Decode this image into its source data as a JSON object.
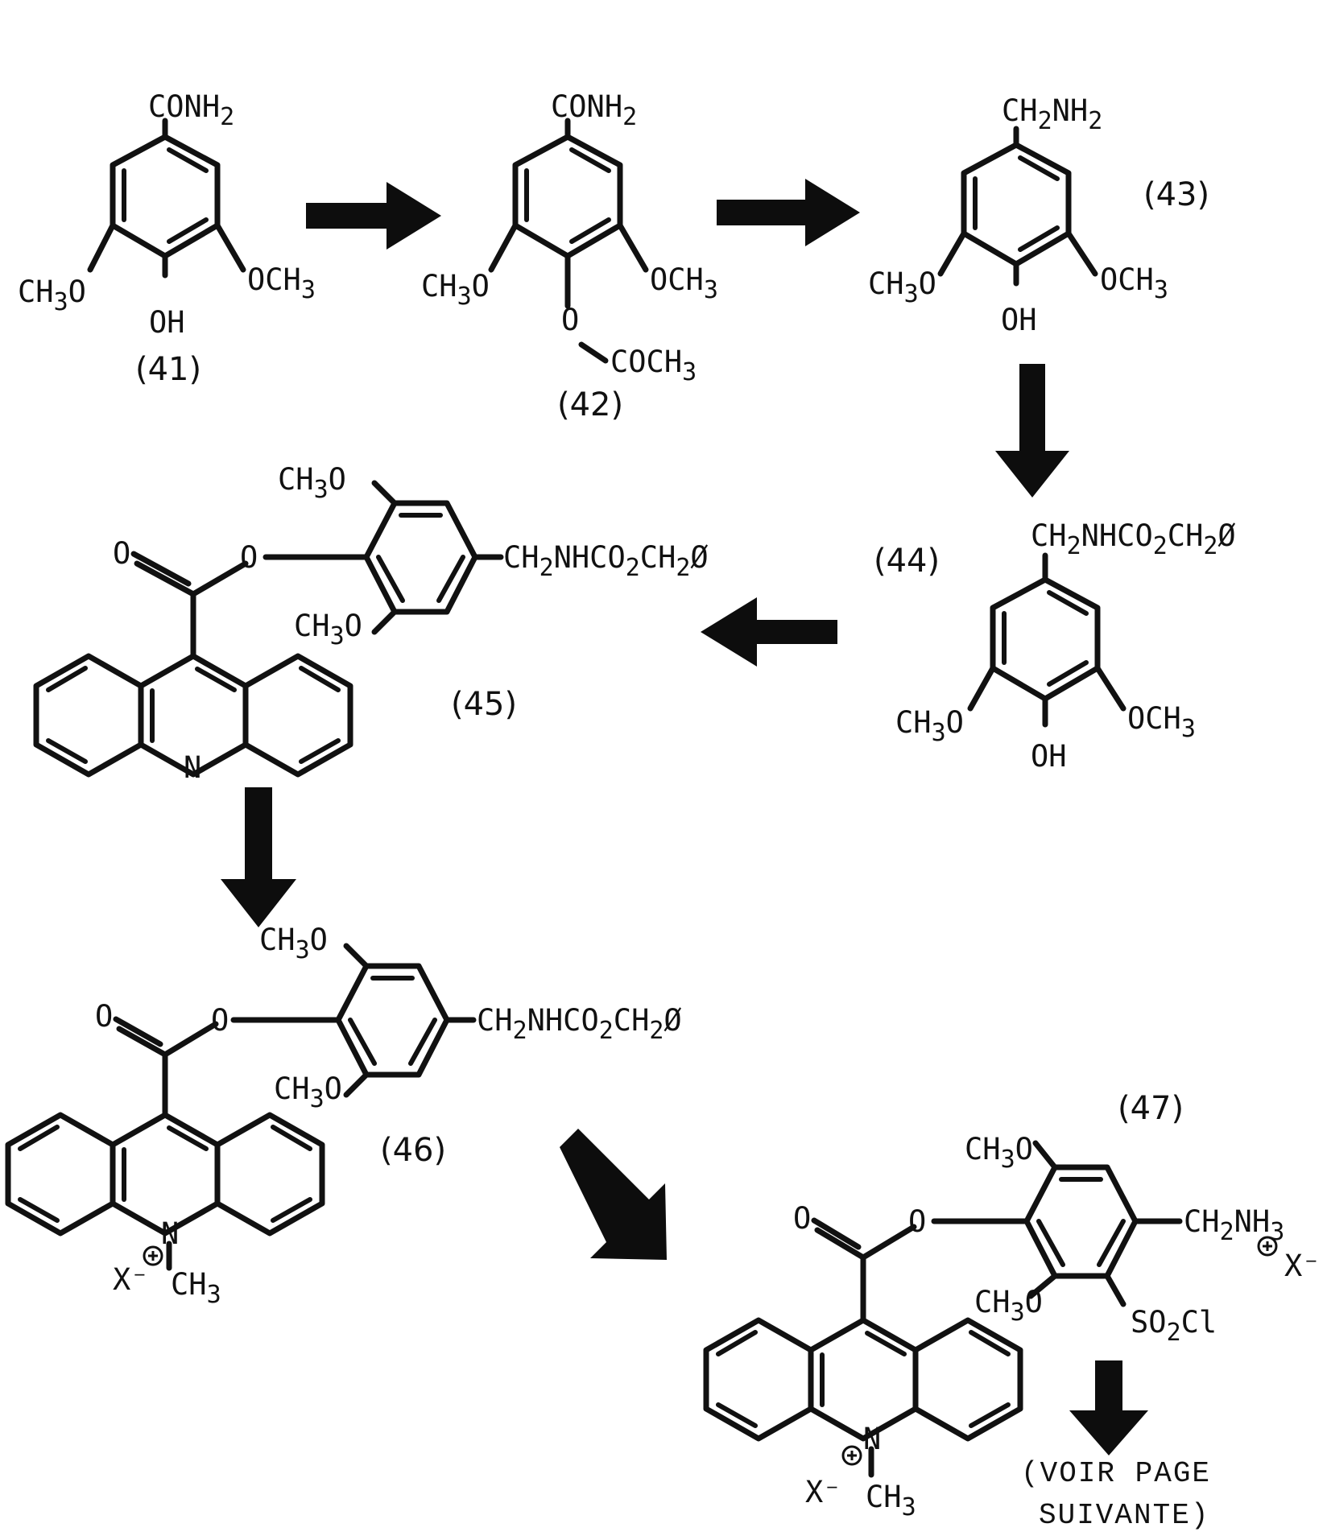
{
  "scheme": {
    "labels": {
      "conh2_41": "CONH",
      "conh2_42": "CONH",
      "ch2nh2_43": "CH",
      "sub2": "2",
      "sub3": "3",
      "och3": "OCH",
      "ch3o": "CH",
      "oh": "OH",
      "o": "O",
      "coch3": "COCH",
      "ch2nhco2ch2": "CH",
      "nh": "NH",
      "nhco": "NHCO",
      "phi": "Ø",
      "n": "N",
      "x_minus": "X⁻",
      "so2cl": "SO",
      "cl": "Cl",
      "ch2nh3": "CH",
      "nh3": "NH"
    },
    "compounds": {
      "c41": "(41)",
      "c42": "(42)",
      "c43": "(43)",
      "c44": "(44)",
      "c45": "(45)",
      "c46": "(46)",
      "c47": "(47)"
    },
    "note_line1": "(VOIR PAGE",
    "note_line2": "SUIVANTE)"
  }
}
